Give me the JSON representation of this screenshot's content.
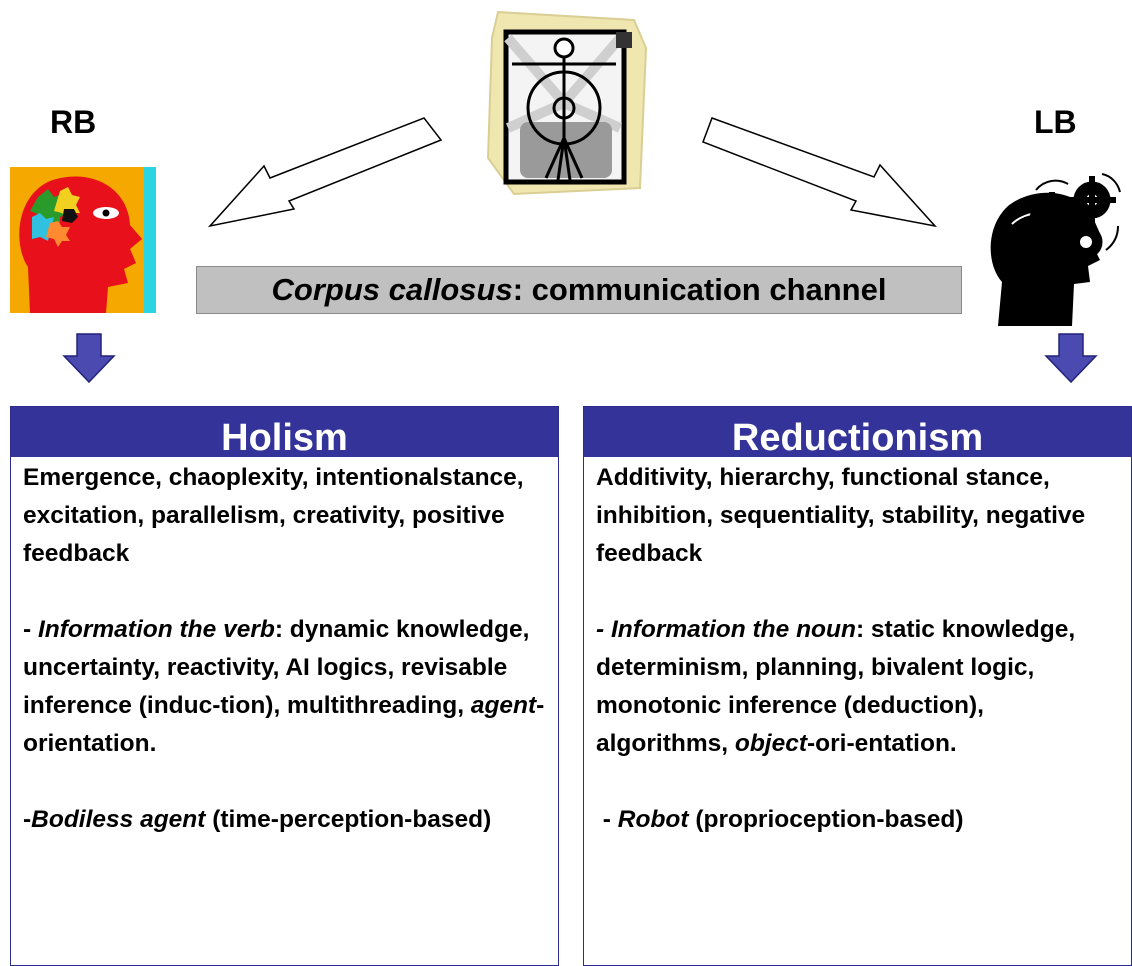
{
  "labels": {
    "left": "RB",
    "right": "LB"
  },
  "icons": {
    "vitruvian": "vitruvian-man-icon",
    "rb_head": "colorful-head-puzzle-icon",
    "lb_head": "head-with-gears-icon",
    "arrow_down": "down-arrow-icon"
  },
  "callosus": {
    "italic": "Corpus callosus",
    "rest": ": communication channel"
  },
  "holism": {
    "title": "Holism",
    "p1": "Emergence, chaoplexity, intentionalstance, excitation, parallelism, creativity, positive feedback",
    "p2_dash": "- ",
    "p2_italic": "Information the verb",
    "p2_rest": ": dynamic knowledge, uncertainty, reactivity, AI logics, revisable inference (induc-tion), multithreading, ",
    "p2_italic2": "agent",
    "p2_end": "-orientation.",
    "p3_dash": "-",
    "p3_italic": "Bodiless agent",
    "p3_rest": " (time-perception-based)"
  },
  "reductionism": {
    "title": "Reductionism",
    "p1": "Additivity, hierarchy, functional stance, inhibition, sequentiality, stability, negative feedback",
    "p2_italic": "- Information the noun",
    "p2_rest": ": static knowledge, determinism, planning, bivalent logic, monotonic inference (deduction), algorithms, ",
    "p2_italic2": "object",
    "p2_end": "-ori-entation.",
    "p3_dash": " - ",
    "p3_italic": "Robot",
    "p3_rest": " (proprioception-based)"
  },
  "colors": {
    "panel_header": "#333399",
    "callosus_bg": "#c0c0c0",
    "arrow_down": "#4a4ab0"
  }
}
